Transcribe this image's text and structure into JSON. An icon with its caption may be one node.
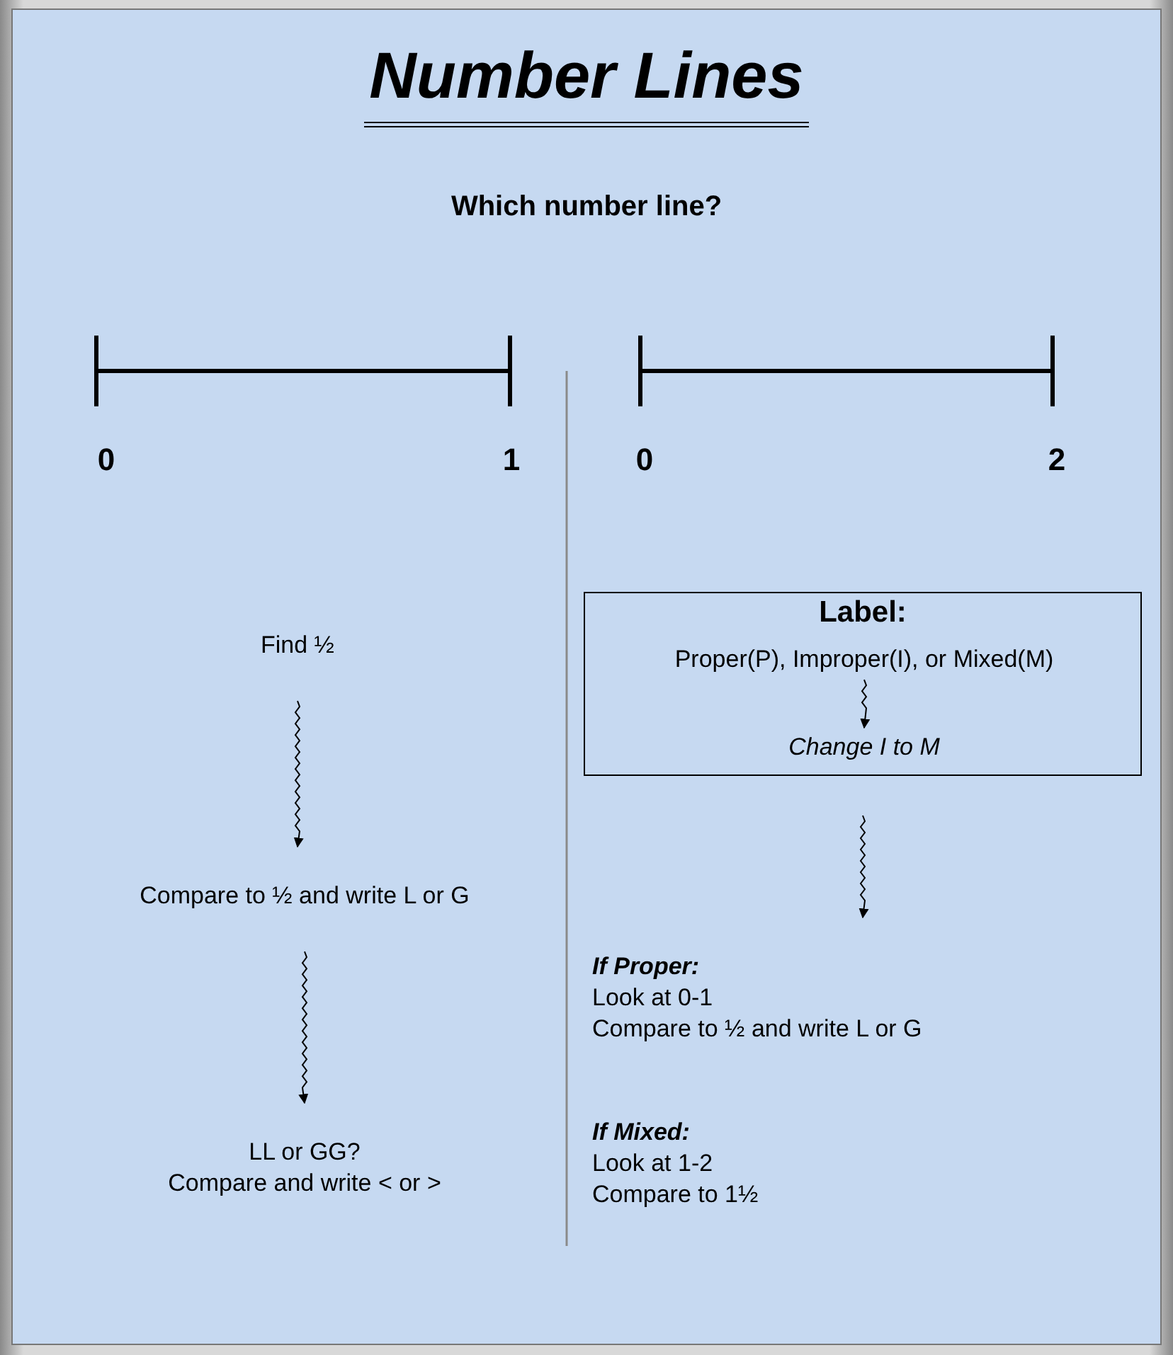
{
  "diagram": {
    "title": "Number Lines",
    "nodes": [
      {
        "text": [
          "Find ½"
        ]
      },
      {
        "text": [
          "Compare to ½ and write L or G"
        ]
      },
      {
        "text": [
          "LL or GG?",
          "Compare and write < or >"
        ]
      },
      {
        "text": [
          "Label:"
        ]
      },
      {
        "text": [
          "Proper(P), Improper(I), or Mixed(M)"
        ],
        "in": 3
      },
      {
        "text": [
          "Change I to M"
        ],
        "in": 3
      },
      {
        "text": [
          "If Proper:",
          "Look at 0-1",
          "Compare to ½ and write L or G"
        ]
      }
    ],
    "edges": [
      {
        "from": 0,
        "to": 1,
        "arrow": "to"
      },
      {
        "from": 1,
        "to": 2,
        "arrow": "to"
      },
      {
        "from": 4,
        "to": 5,
        "arrow": "to"
      },
      {
        "from": 3,
        "to": 6,
        "arrow": "to"
      }
    ],
    "labels": [
      "Which number line?",
      "0",
      "1",
      "0",
      "2",
      "If Mixed:",
      "Look at 1-2",
      "Compare to 1½"
    ]
  }
}
